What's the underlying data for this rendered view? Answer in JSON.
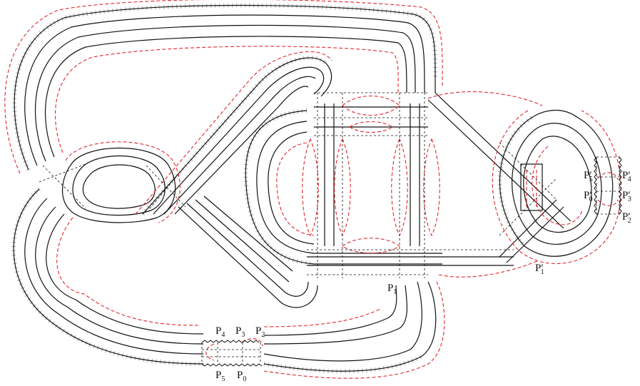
{
  "colors": {
    "strand": "#111111",
    "red_strand": "#e0282d",
    "tick": "#111111",
    "dashed": "#111111"
  },
  "labels": [
    {
      "id": "P4",
      "base": "P",
      "sub": "4",
      "prime": ""
    },
    {
      "id": "P3",
      "base": "P",
      "sub": "3",
      "prime": ""
    },
    {
      "id": "P2",
      "base": "P",
      "sub": "2",
      "prime": ""
    },
    {
      "id": "P5",
      "base": "P",
      "sub": "5",
      "prime": ""
    },
    {
      "id": "P0",
      "base": "P",
      "sub": "0",
      "prime": ""
    },
    {
      "id": "P1",
      "base": "P",
      "sub": "1",
      "prime": ""
    },
    {
      "id": "P1p",
      "base": "P",
      "sub": "1",
      "prime": "′"
    },
    {
      "id": "P5p",
      "base": "P",
      "sub": "5",
      "prime": "′"
    },
    {
      "id": "P0p",
      "base": "P",
      "sub": "0",
      "prime": "′"
    },
    {
      "id": "P4p",
      "base": "P",
      "sub": "4",
      "prime": "′"
    },
    {
      "id": "P3p",
      "base": "P",
      "sub": "3",
      "prime": "′"
    },
    {
      "id": "P2p",
      "base": "P",
      "sub": "2",
      "prime": "′"
    }
  ]
}
